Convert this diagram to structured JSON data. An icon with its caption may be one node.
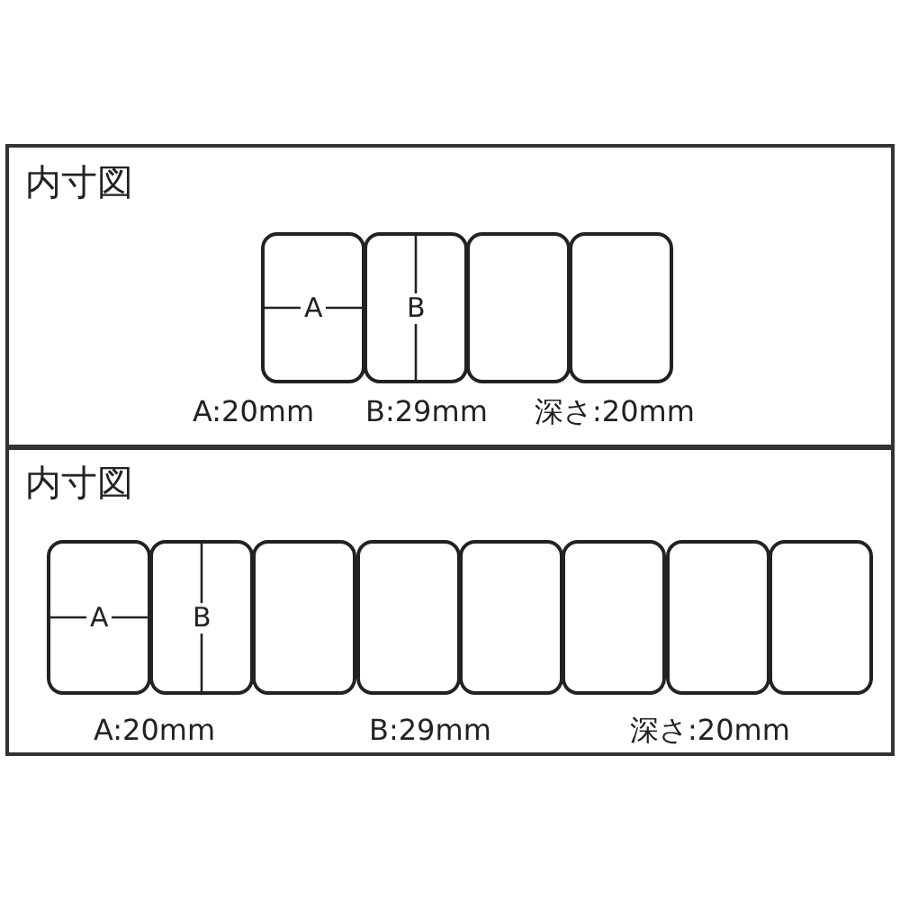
{
  "diagram": {
    "nodes": [
      {
        "text": [
          "内寸図"
        ]
      },
      {
        "text": [
          "A"
        ],
        "in": 0
      },
      {
        "text": [
          "B"
        ],
        "in": 0
      },
      {
        "text": [],
        "shape": "box",
        "in": 0
      },
      {
        "text": [],
        "shape": "box",
        "in": 0
      },
      {
        "text": [
          "内寸図"
        ]
      },
      {
        "text": [
          "A"
        ],
        "in": 5
      },
      {
        "text": [
          "B"
        ],
        "in": 5
      },
      {
        "text": [],
        "shape": "box",
        "in": 5
      },
      {
        "text": [],
        "shape": "box",
        "in": 5
      },
      {
        "text": [],
        "shape": "box",
        "in": 5
      },
      {
        "text": [],
        "shape": "box",
        "in": 5
      },
      {
        "text": [],
        "shape": "box",
        "in": 5
      },
      {
        "text": [],
        "shape": "box",
        "in": 5
      }
    ],
    "labels": [
      "A:20mm",
      "B:29mm",
      "深さ:20mm",
      "A:20mm",
      "B:29mm",
      "深さ:20mm"
    ]
  }
}
